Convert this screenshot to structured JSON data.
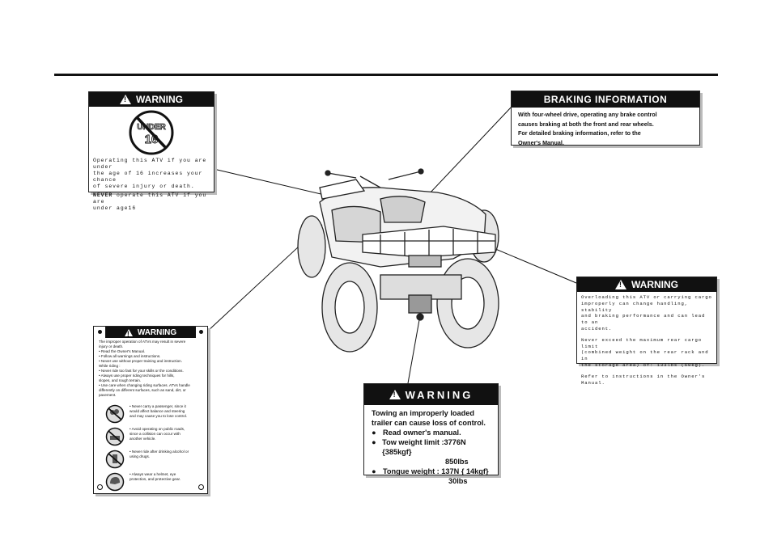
{
  "labels": {
    "under16": {
      "title": "WARNING",
      "sign_text": [
        "UNDER",
        "16"
      ],
      "lines": [
        "Operating this ATV if you are under",
        "the age of 16  increases your chance",
        "of severe injury or death."
      ],
      "never_strong": "NEVER",
      "never_rest": " operate this ATV if you are",
      "never_line2": "under age16"
    },
    "braking": {
      "title": "BRAKING  INFORMATION",
      "lines": [
        "With four-wheel drive, operating any brake control",
        "causes braking at both the front and rear wheels.",
        "For detailed braking information, refer to the",
        "Owner's Manual."
      ]
    },
    "cargo": {
      "title": "WARNING",
      "para1": [
        "Overloading this ATV or carrying cargo",
        "improperly can change handling, stability",
        "and braking performance and can lead to an",
        "accident."
      ],
      "para2": [
        "Never exceed the maximum rear cargo limit",
        "(combined weight on the rear rack and in",
        "the storage area) of: 133lbs (60kg)."
      ],
      "para3": [
        "Refer to instructions in the Owner's",
        "Manual."
      ]
    },
    "general": {
      "title": "WARNING",
      "lines": [
        "The improper operation of ATVs may result in severe",
        "injury or death.",
        "• Read the Owner's Manual.",
        "• Follow all warnings and instructions.",
        "• Never use without proper training and instruction.",
        "While riding :",
        "• Never ride too fast for your skills or the conditions.",
        "• Always use proper riding techniques for hills,",
        "  slopes, and rough terrain.",
        "• Use care when changing riding surfaces. ATVs handle",
        "  differently on different surfaces, such as sand, dirt, or",
        "  pavement."
      ],
      "pictos": [
        [
          "• Never carry a passenger, since it",
          "would affect balance and steering",
          "and may cause you to lose control."
        ],
        [
          "• Avoid operating on public roads,",
          "since a collision can occur with",
          "another vehicle."
        ],
        [
          "• Never ride after drinking alcohol or",
          "using drugs."
        ],
        [
          "• Always wear a helmet, eye",
          "protection, and protective gear."
        ]
      ]
    },
    "towing": {
      "title": "WARNING",
      "intro": [
        "Towing  an  improperly  loaded",
        "trailer  can  cause  loss  of  control."
      ],
      "item1": "Read  owner's  manual.",
      "item2": "Tow weight limit  :3776N {385kgf}",
      "item2b": "850lbs",
      "item3": "Tongue  weight   :  137N {  14kgf}",
      "item3b": "30lbs"
    }
  },
  "colors": {
    "ink": "#111111",
    "shadow": "#bbbbbb"
  }
}
